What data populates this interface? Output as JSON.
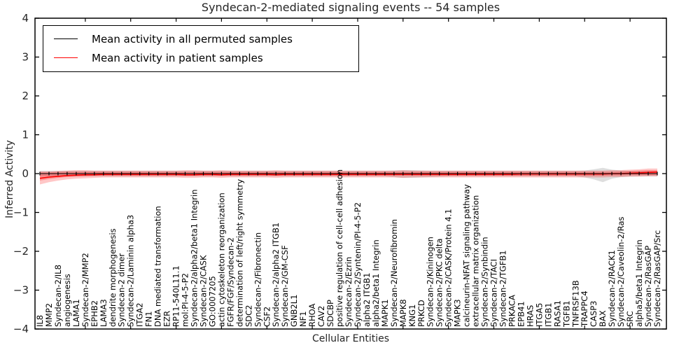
{
  "chart_data": {
    "type": "line",
    "title": "Syndecan-2-mediated signaling events -- 54 samples",
    "xlabel": "Cellular Entities",
    "ylabel": "Inferred Activity",
    "ylim": [
      -4,
      4
    ],
    "yticks": [
      4,
      3,
      2,
      1,
      0,
      -1,
      -2,
      -3,
      -4
    ],
    "xtick_step": 5,
    "grid": false,
    "legend_position": "upper left",
    "categories": [
      "IL8",
      "MMP2",
      "Syndecan-2/IL8",
      "angiogenesis",
      "LAMA1",
      "Syndecan-2/MMP2",
      "EPHB2",
      "LAMA3",
      "dendrite morphogenesis",
      "Syndecan-2 dimer",
      "Syndecan-2/Laminin alpha3",
      "ITGA2",
      "FN1",
      "DNA mediated transformation",
      "EZR",
      "RP11-540L11.1",
      "mol:PI-4-5-P2",
      "Syndecan-2/alpha2/beta1 Integrin",
      "Syndecan-2/CASK",
      "GO:0007205",
      "actin cytoskeleton reorganization",
      "FGFR/FGF/Syndecan-2",
      "determination of left/right symmetry",
      "SDC2",
      "Syndecan-2/Fibronectin",
      "CSF2",
      "Syndecan-2/alpha2 ITGB1",
      "Syndecan-2/GM-CSF",
      "GNB2L1",
      "NF1",
      "RHOA",
      "CAV2",
      "SDCBP",
      "positive regulation of cell-cell adhesion",
      "Syndecan-2/Ezrin",
      "Syndecan-2/Syntenin/PI-4-5-P2",
      "alpha2 ITGB1",
      "alpha2/beta1 Integrin",
      "MAPK1",
      "Syndecan-2/Neurofibromin",
      "MAPK8",
      "KNG1",
      "PRKCD",
      "Syndecan-2/Kininogen",
      "Syndecan-2/PKC delta",
      "Syndecan-2/CASK/Protein 4.1",
      "MAPK3",
      "calcineurin-NFAT signaling pathway",
      "extracellular matrix organization",
      "Syndecan-2/Synbindin",
      "Syndecan-2/TACI",
      "Syndecan-2/TGFB1",
      "PRKACA",
      "EPB41",
      "HRAS",
      "ITGA5",
      "ITGB1",
      "RASA1",
      "TGFB1",
      "TNFRSF13B",
      "TRAPPC4",
      "CASP3",
      "BAX",
      "Syndecan-2/RACK1",
      "Syndecan-2/Caveolin-2/Ras",
      "SRC",
      "alpha5/beta1 Integrin",
      "Syndecan-2/RasGAP",
      "Syndecan-2/RasGAP/Src"
    ],
    "series": [
      {
        "name": "Mean activity in all permuted samples",
        "color": "#000000",
        "values": [
          0,
          0,
          0,
          0,
          0,
          0,
          0,
          0,
          0,
          0,
          0,
          0,
          0,
          0,
          0,
          0,
          0,
          0,
          0,
          0,
          0,
          0,
          0,
          0,
          0,
          0,
          0,
          0,
          0,
          0,
          0,
          0,
          0,
          0,
          0,
          0,
          0,
          0,
          0,
          0,
          0,
          0,
          0,
          0,
          0,
          0,
          0,
          0,
          0,
          0,
          0,
          0,
          0,
          0,
          0,
          0,
          0,
          0,
          0,
          0,
          0,
          0,
          0,
          0,
          0,
          0,
          0,
          0,
          0
        ]
      },
      {
        "name": "Mean activity in patient samples",
        "color": "#ff0000",
        "values": [
          -0.12,
          -0.09,
          -0.07,
          -0.05,
          -0.04,
          -0.03,
          -0.03,
          -0.02,
          -0.02,
          -0.02,
          -0.02,
          -0.02,
          -0.02,
          -0.02,
          -0.02,
          -0.02,
          -0.03,
          -0.03,
          -0.02,
          -0.02,
          -0.03,
          -0.02,
          -0.02,
          -0.02,
          -0.02,
          -0.02,
          -0.03,
          -0.02,
          -0.02,
          -0.02,
          -0.02,
          -0.02,
          -0.02,
          -0.02,
          -0.02,
          -0.02,
          -0.02,
          -0.02,
          -0.02,
          -0.02,
          -0.02,
          -0.02,
          -0.02,
          -0.02,
          -0.02,
          -0.02,
          -0.02,
          -0.02,
          -0.02,
          -0.02,
          -0.02,
          -0.02,
          -0.02,
          -0.01,
          -0.01,
          -0.01,
          -0.01,
          -0.01,
          -0.01,
          -0.01,
          -0.01,
          -0.01,
          -0.01,
          0,
          0,
          0.01,
          0.02,
          0.03,
          0.04
        ]
      }
    ],
    "bands": [
      {
        "name": "permuted samples range",
        "color": "#999999",
        "opacity": 0.32,
        "upper": [
          0.07,
          0.07,
          0.07,
          0.07,
          0.07,
          0.07,
          0.07,
          0.07,
          0.07,
          0.07,
          0.07,
          0.07,
          0.07,
          0.07,
          0.07,
          0.07,
          0.07,
          0.07,
          0.07,
          0.07,
          0.07,
          0.07,
          0.07,
          0.07,
          0.07,
          0.07,
          0.07,
          0.07,
          0.07,
          0.07,
          0.07,
          0.07,
          0.07,
          0.07,
          0.07,
          0.07,
          0.07,
          0.07,
          0.07,
          0.08,
          0.09,
          0.09,
          0.08,
          0.07,
          0.07,
          0.07,
          0.07,
          0.07,
          0.07,
          0.07,
          0.07,
          0.07,
          0.07,
          0.07,
          0.07,
          0.07,
          0.07,
          0.07,
          0.07,
          0.07,
          0.08,
          0.11,
          0.15,
          0.1,
          0.08,
          0.07,
          0.07,
          0.07,
          0.07
        ],
        "lower": [
          -0.07,
          -0.07,
          -0.07,
          -0.07,
          -0.07,
          -0.07,
          -0.07,
          -0.07,
          -0.07,
          -0.07,
          -0.07,
          -0.07,
          -0.07,
          -0.07,
          -0.07,
          -0.07,
          -0.07,
          -0.07,
          -0.07,
          -0.07,
          -0.07,
          -0.07,
          -0.07,
          -0.07,
          -0.07,
          -0.07,
          -0.07,
          -0.07,
          -0.07,
          -0.07,
          -0.07,
          -0.07,
          -0.07,
          -0.07,
          -0.07,
          -0.07,
          -0.07,
          -0.07,
          -0.07,
          -0.09,
          -0.11,
          -0.11,
          -0.1,
          -0.09,
          -0.08,
          -0.07,
          -0.07,
          -0.07,
          -0.07,
          -0.07,
          -0.07,
          -0.07,
          -0.07,
          -0.07,
          -0.07,
          -0.07,
          -0.07,
          -0.07,
          -0.07,
          -0.07,
          -0.1,
          -0.15,
          -0.22,
          -0.13,
          -0.09,
          -0.08,
          -0.07,
          -0.07,
          -0.07
        ]
      },
      {
        "name": "patient samples range",
        "color": "#ff0000",
        "opacity": 0.22,
        "upper": [
          0.06,
          0.06,
          0.07,
          0.08,
          0.09,
          0.09,
          0.08,
          0.08,
          0.08,
          0.08,
          0.08,
          0.08,
          0.08,
          0.08,
          0.08,
          0.08,
          0.09,
          0.09,
          0.08,
          0.08,
          0.09,
          0.08,
          0.08,
          0.08,
          0.08,
          0.08,
          0.09,
          0.08,
          0.08,
          0.08,
          0.08,
          0.08,
          0.08,
          0.08,
          0.08,
          0.08,
          0.08,
          0.08,
          0.08,
          0.08,
          0.09,
          0.08,
          0.08,
          0.08,
          0.08,
          0.08,
          0.08,
          0.08,
          0.08,
          0.08,
          0.08,
          0.08,
          0.08,
          0.08,
          0.08,
          0.08,
          0.08,
          0.08,
          0.08,
          0.08,
          0.08,
          0.08,
          0.08,
          0.09,
          0.09,
          0.1,
          0.11,
          0.13,
          0.13
        ],
        "lower": [
          -0.28,
          -0.22,
          -0.18,
          -0.15,
          -0.13,
          -0.12,
          -0.11,
          -0.1,
          -0.1,
          -0.1,
          -0.1,
          -0.1,
          -0.1,
          -0.1,
          -0.1,
          -0.1,
          -0.11,
          -0.11,
          -0.1,
          -0.1,
          -0.11,
          -0.1,
          -0.1,
          -0.1,
          -0.1,
          -0.1,
          -0.11,
          -0.1,
          -0.1,
          -0.1,
          -0.1,
          -0.1,
          -0.1,
          -0.1,
          -0.1,
          -0.1,
          -0.1,
          -0.1,
          -0.1,
          -0.1,
          -0.11,
          -0.1,
          -0.1,
          -0.1,
          -0.1,
          -0.1,
          -0.1,
          -0.1,
          -0.1,
          -0.1,
          -0.1,
          -0.1,
          -0.1,
          -0.1,
          -0.1,
          -0.1,
          -0.1,
          -0.1,
          -0.1,
          -0.1,
          -0.1,
          -0.1,
          -0.1,
          -0.09,
          -0.09,
          -0.08,
          -0.08,
          -0.07,
          -0.07
        ]
      },
      {
        "name": "patient samples inner band",
        "color": "#ff0000",
        "opacity": 0.25,
        "upper": [
          0.03,
          0.03,
          0.04,
          0.05,
          0.05,
          0.05,
          0.05,
          0.05,
          0.05,
          0.05,
          0.05,
          0.05,
          0.05,
          0.05,
          0.05,
          0.05,
          0.05,
          0.05,
          0.05,
          0.05,
          0.05,
          0.05,
          0.05,
          0.05,
          0.05,
          0.05,
          0.05,
          0.05,
          0.05,
          0.05,
          0.05,
          0.05,
          0.05,
          0.05,
          0.05,
          0.05,
          0.05,
          0.05,
          0.05,
          0.05,
          0.05,
          0.05,
          0.05,
          0.05,
          0.05,
          0.05,
          0.05,
          0.05,
          0.05,
          0.05,
          0.05,
          0.05,
          0.05,
          0.05,
          0.05,
          0.05,
          0.05,
          0.05,
          0.05,
          0.05,
          0.05,
          0.05,
          0.05,
          0.05,
          0.06,
          0.07,
          0.08,
          0.09,
          0.09
        ],
        "lower": [
          -0.18,
          -0.14,
          -0.11,
          -0.09,
          -0.08,
          -0.07,
          -0.06,
          -0.06,
          -0.06,
          -0.06,
          -0.06,
          -0.06,
          -0.06,
          -0.06,
          -0.06,
          -0.06,
          -0.06,
          -0.06,
          -0.06,
          -0.06,
          -0.06,
          -0.06,
          -0.06,
          -0.06,
          -0.06,
          -0.06,
          -0.06,
          -0.06,
          -0.06,
          -0.06,
          -0.06,
          -0.06,
          -0.06,
          -0.06,
          -0.06,
          -0.06,
          -0.06,
          -0.06,
          -0.06,
          -0.06,
          -0.06,
          -0.06,
          -0.06,
          -0.06,
          -0.06,
          -0.06,
          -0.06,
          -0.06,
          -0.06,
          -0.06,
          -0.06,
          -0.06,
          -0.06,
          -0.06,
          -0.06,
          -0.06,
          -0.06,
          -0.06,
          -0.06,
          -0.06,
          -0.06,
          -0.06,
          -0.06,
          -0.05,
          -0.05,
          -0.04,
          -0.04,
          -0.04,
          -0.04
        ]
      }
    ]
  }
}
